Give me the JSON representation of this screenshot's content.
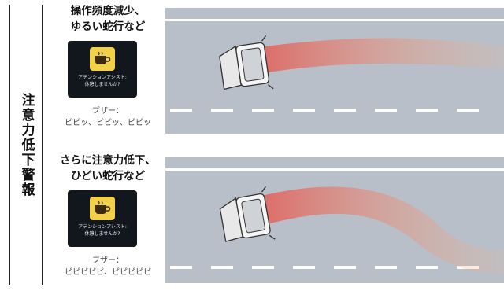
{
  "side_label": "注意力低下警報",
  "panels": [
    {
      "title_lines": [
        "操作頻度減少、",
        "ゆるい蛇行など"
      ],
      "device_text": [
        "アテンションアシスト:",
        "休憩しませんか?"
      ],
      "buzzer_label": "ブザー：",
      "buzzer_sound": "ピピッ、ピピッ、ピピッ",
      "trail": "gentle"
    },
    {
      "title_lines": [
        "さらに注意力低下、",
        "ひどい蛇行など"
      ],
      "device_text": [
        "アテンションアシスト:",
        "休憩しませんか?"
      ],
      "buzzer_label": "ブザー：",
      "buzzer_sound": "ピピピピピ、ピピピピピ",
      "trail": "severe"
    }
  ],
  "colors": {
    "road": "#b9bfc8",
    "road_line": "#ffffff",
    "trail": "#e35b56",
    "icon": "#f3d04a",
    "device_bg": "#12161d"
  }
}
